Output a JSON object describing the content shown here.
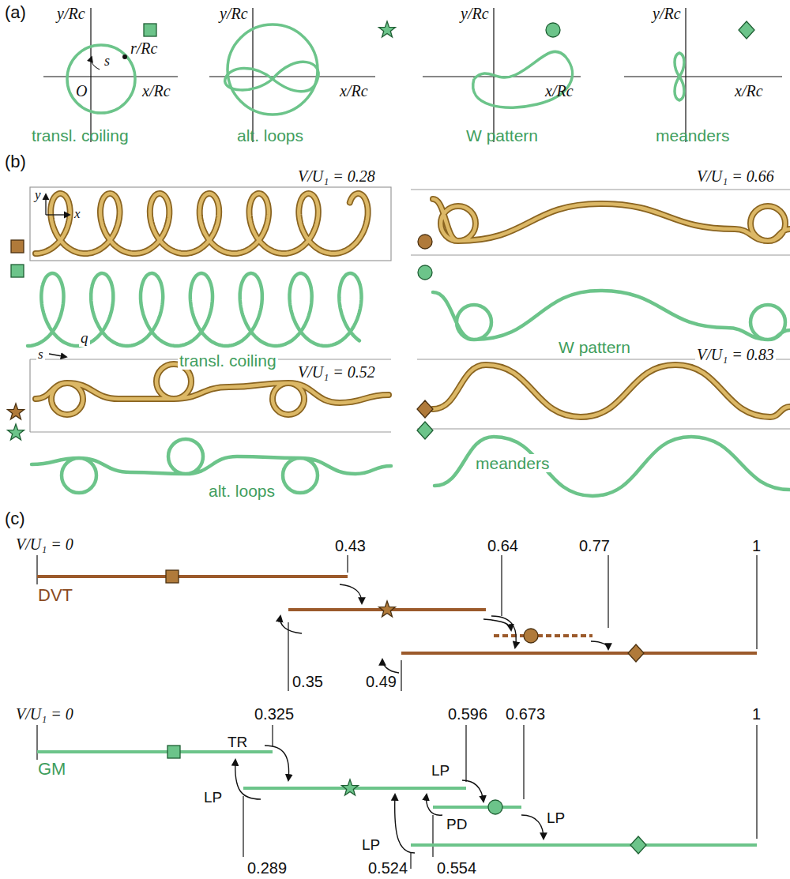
{
  "diagram": {
    "labels": [
      "(a)",
      "y/Rc",
      "x/Rc",
      "O",
      "r/Rc",
      "s",
      "transl. coiling",
      "y/Rc",
      "x/Rc",
      "alt. loops",
      "y/Rc",
      "x/Rc",
      "W pattern",
      "y/Rc",
      "x/Rc",
      "meanders",
      "(b)",
      "V/U₁ = 0.28",
      "y",
      "x",
      "q",
      "s",
      "transl. coiling",
      "V/U₁ = 0.66",
      "W pattern",
      "V/U₁ = 0.52",
      "alt. loops",
      "V/U₁ = 0.83",
      "meanders",
      "(c)",
      "V/U₁ = 0",
      "0.43",
      "0.64",
      "0.77",
      "1",
      "DVT",
      "0.35",
      "0.49",
      "V/U₁ = 0",
      "0.325",
      "0.596",
      "0.673",
      "1",
      "TR",
      "LP",
      "LP",
      "PD",
      "LP",
      "LP",
      "GM",
      "0.289",
      "0.524",
      "0.554"
    ]
  }
}
